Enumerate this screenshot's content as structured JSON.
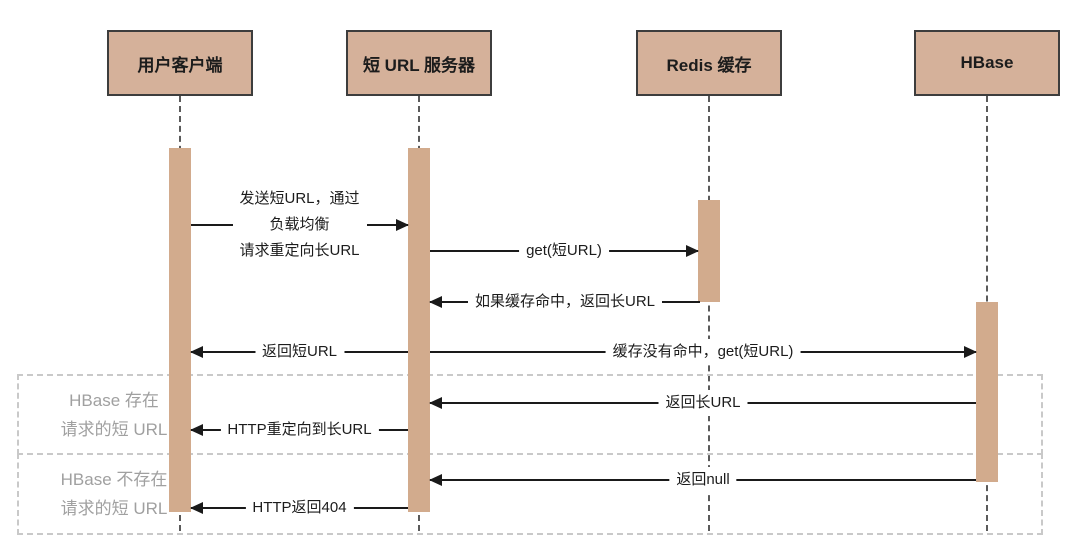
{
  "diagram_type": "sequence-diagram",
  "participants": [
    {
      "name": "用户客户端"
    },
    {
      "name": "短 URL 服务器"
    },
    {
      "name": "Redis 缓存"
    },
    {
      "name": "HBase"
    }
  ],
  "messages": [
    {
      "from": "用户客户端",
      "to": "短 URL 服务器",
      "direction": "right",
      "lines": [
        "发送短URL，通过",
        "负载均衡",
        "请求重定向长URL"
      ]
    },
    {
      "from": "短 URL 服务器",
      "to": "Redis 缓存",
      "direction": "right",
      "lines": [
        "get(短URL)"
      ]
    },
    {
      "from": "Redis 缓存",
      "to": "短 URL 服务器",
      "direction": "left",
      "lines": [
        "如果缓存命中，返回长URL"
      ]
    },
    {
      "from": "短 URL 服务器",
      "to": "用户客户端",
      "direction": "left",
      "lines": [
        "返回短URL"
      ]
    },
    {
      "from": "短 URL 服务器",
      "to": "HBase",
      "direction": "right",
      "lines": [
        "缓存没有命中，get(短URL)"
      ]
    },
    {
      "from": "HBase",
      "to": "短 URL 服务器",
      "direction": "left",
      "lines": [
        "返回长URL"
      ]
    },
    {
      "from": "短 URL 服务器",
      "to": "用户客户端",
      "direction": "left",
      "lines": [
        "HTTP重定向到长URL"
      ]
    },
    {
      "from": "HBase",
      "to": "短 URL 服务器",
      "direction": "left",
      "lines": [
        "返回null"
      ]
    },
    {
      "from": "短 URL 服务器",
      "to": "用户客户端",
      "direction": "left",
      "lines": [
        "HTTP返回404"
      ]
    }
  ],
  "frames": [
    {
      "lines": [
        "HBase 存在",
        "请求的短 URL"
      ]
    },
    {
      "lines": [
        "HBase 不存在",
        "请求的短 URL"
      ]
    }
  ],
  "colors": {
    "participant_fill": "#d5b19a",
    "activation_fill": "#d2ab8d",
    "border": "#3d3d3d",
    "line": "#1a1a1a",
    "lifeline": "#5a5a5a",
    "frame_border": "#c9c9c9",
    "frame_label": "#a0a0a0",
    "text": "#1c1c1c",
    "background": "#ffffff"
  }
}
